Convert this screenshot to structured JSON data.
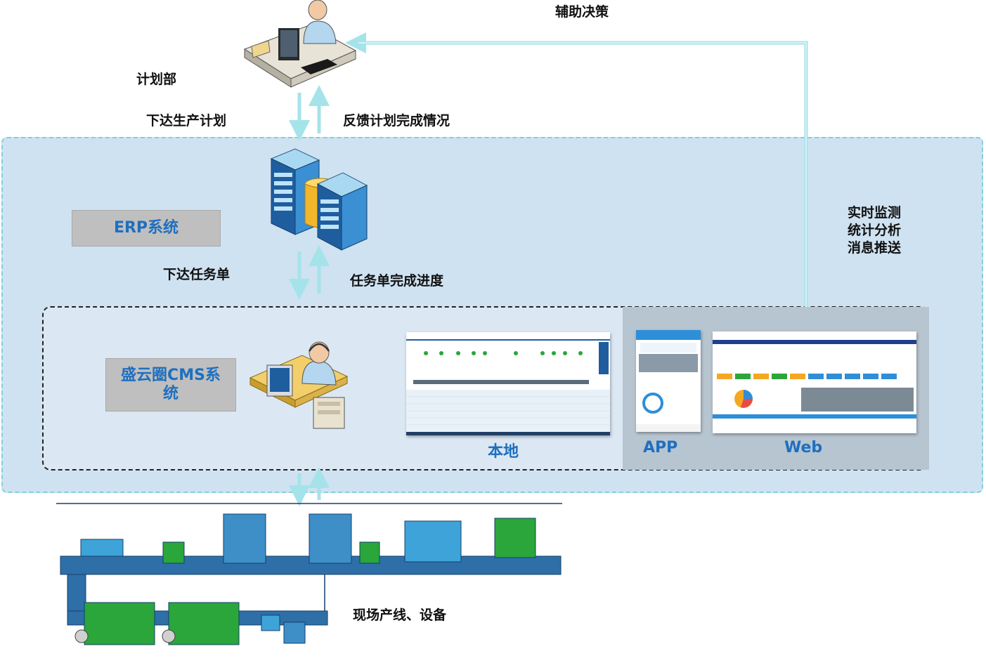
{
  "labels": {
    "aux_decision": "辅助决策",
    "planning_dept": "计划部",
    "issue_plan": "下达生产计划",
    "feedback_plan": "反馈计划完成情况",
    "issue_task": "下达任务单",
    "task_progress": "任务单完成进度",
    "monitor_1": "实时监测",
    "monitor_2": "统计分析",
    "monitor_3": "消息推送",
    "field_devices": "现场产线、设备"
  },
  "systems": {
    "erp": "ERP系统",
    "cms": "盛云圈CMS系统"
  },
  "clients": {
    "local": "本地",
    "app": "APP",
    "web": "Web"
  },
  "colors": {
    "arrow": "#a5e3ea",
    "zone_bg": "#cfe2f1",
    "zone_border": "#7fd0dc",
    "accent_blue": "#1f6fbf"
  },
  "icons": [
    "person-at-desk-icon",
    "server-cluster-icon",
    "operator-computer-icon",
    "production-line-icon"
  ]
}
